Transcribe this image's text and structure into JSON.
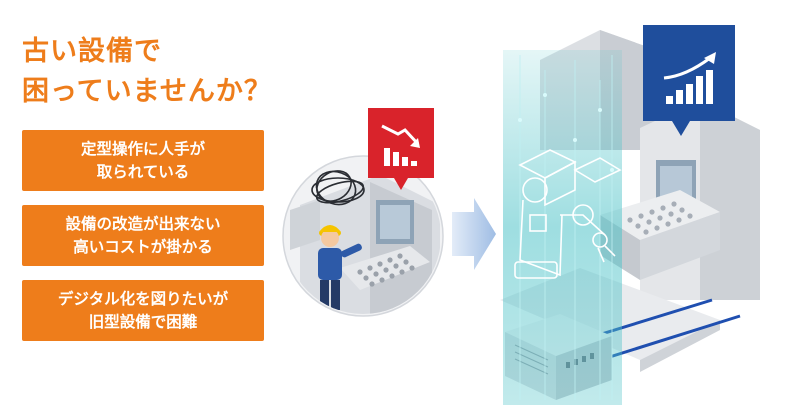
{
  "headline": {
    "line1": "古い設備で",
    "line2": "困っていませんか？"
  },
  "problems": [
    {
      "line1": "定型操作に人手が",
      "line2": "取られている"
    },
    {
      "line1": "設備の改造が出来ない",
      "line2": "高いコストが掛かる"
    },
    {
      "line1": "デジタル化を図りたいが",
      "line2": "旧型設備で困難"
    }
  ],
  "colors": {
    "accent": "#ee7d1b",
    "decline_badge": "#d9232b",
    "growth_badge": "#1f4e9c",
    "digital_beam": "#4fc3c8",
    "connection_line": "#1f4fb0"
  },
  "icons": {
    "old_equipment_badge": "declining-chart-icon",
    "new_equipment_badge": "growth-chart-icon",
    "transition": "right-arrow-icon"
  }
}
